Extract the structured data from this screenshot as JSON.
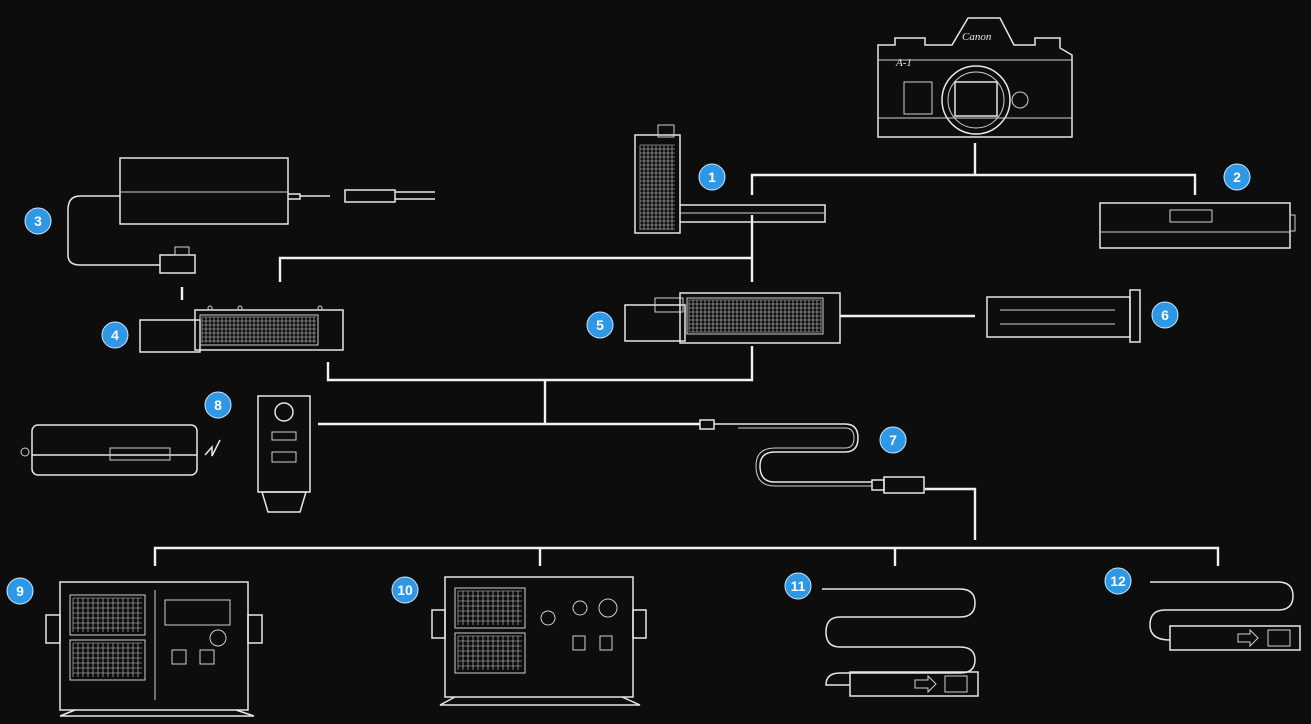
{
  "diagram": {
    "camera_brand": "Canon",
    "accent_color": "#2e97e6",
    "line_color": "#f2f2f2",
    "background_color": "#0d0d0e",
    "callouts": [
      "1",
      "2",
      "3",
      "4",
      "5",
      "6",
      "7",
      "8",
      "9",
      "10",
      "11",
      "12"
    ]
  }
}
